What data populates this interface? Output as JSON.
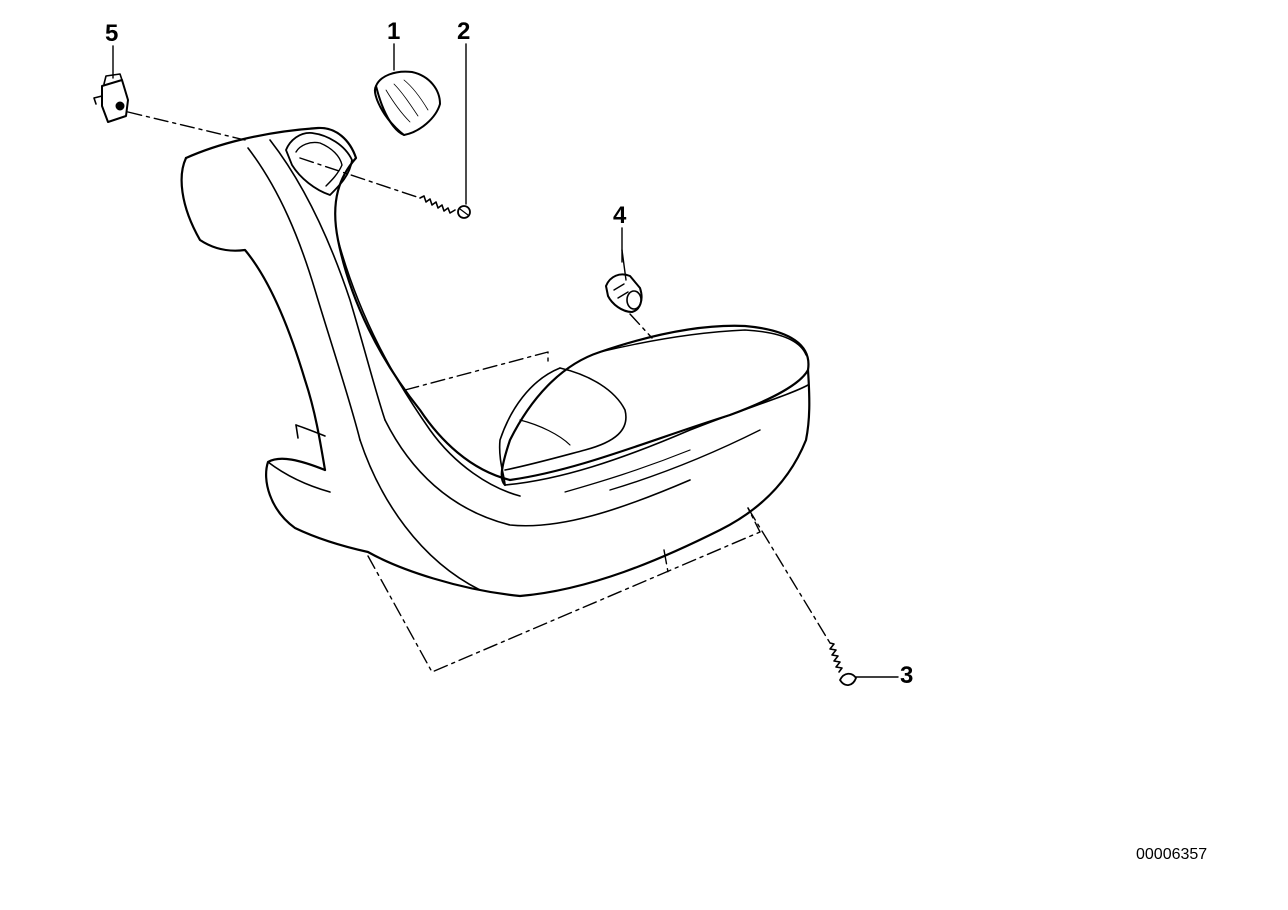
{
  "callouts": {
    "item1": "1",
    "item2": "2",
    "item3": "3",
    "item4": "4",
    "item5": "5"
  },
  "reference_number": "00006357",
  "colors": {
    "line": "#000000",
    "background": "#ffffff"
  }
}
